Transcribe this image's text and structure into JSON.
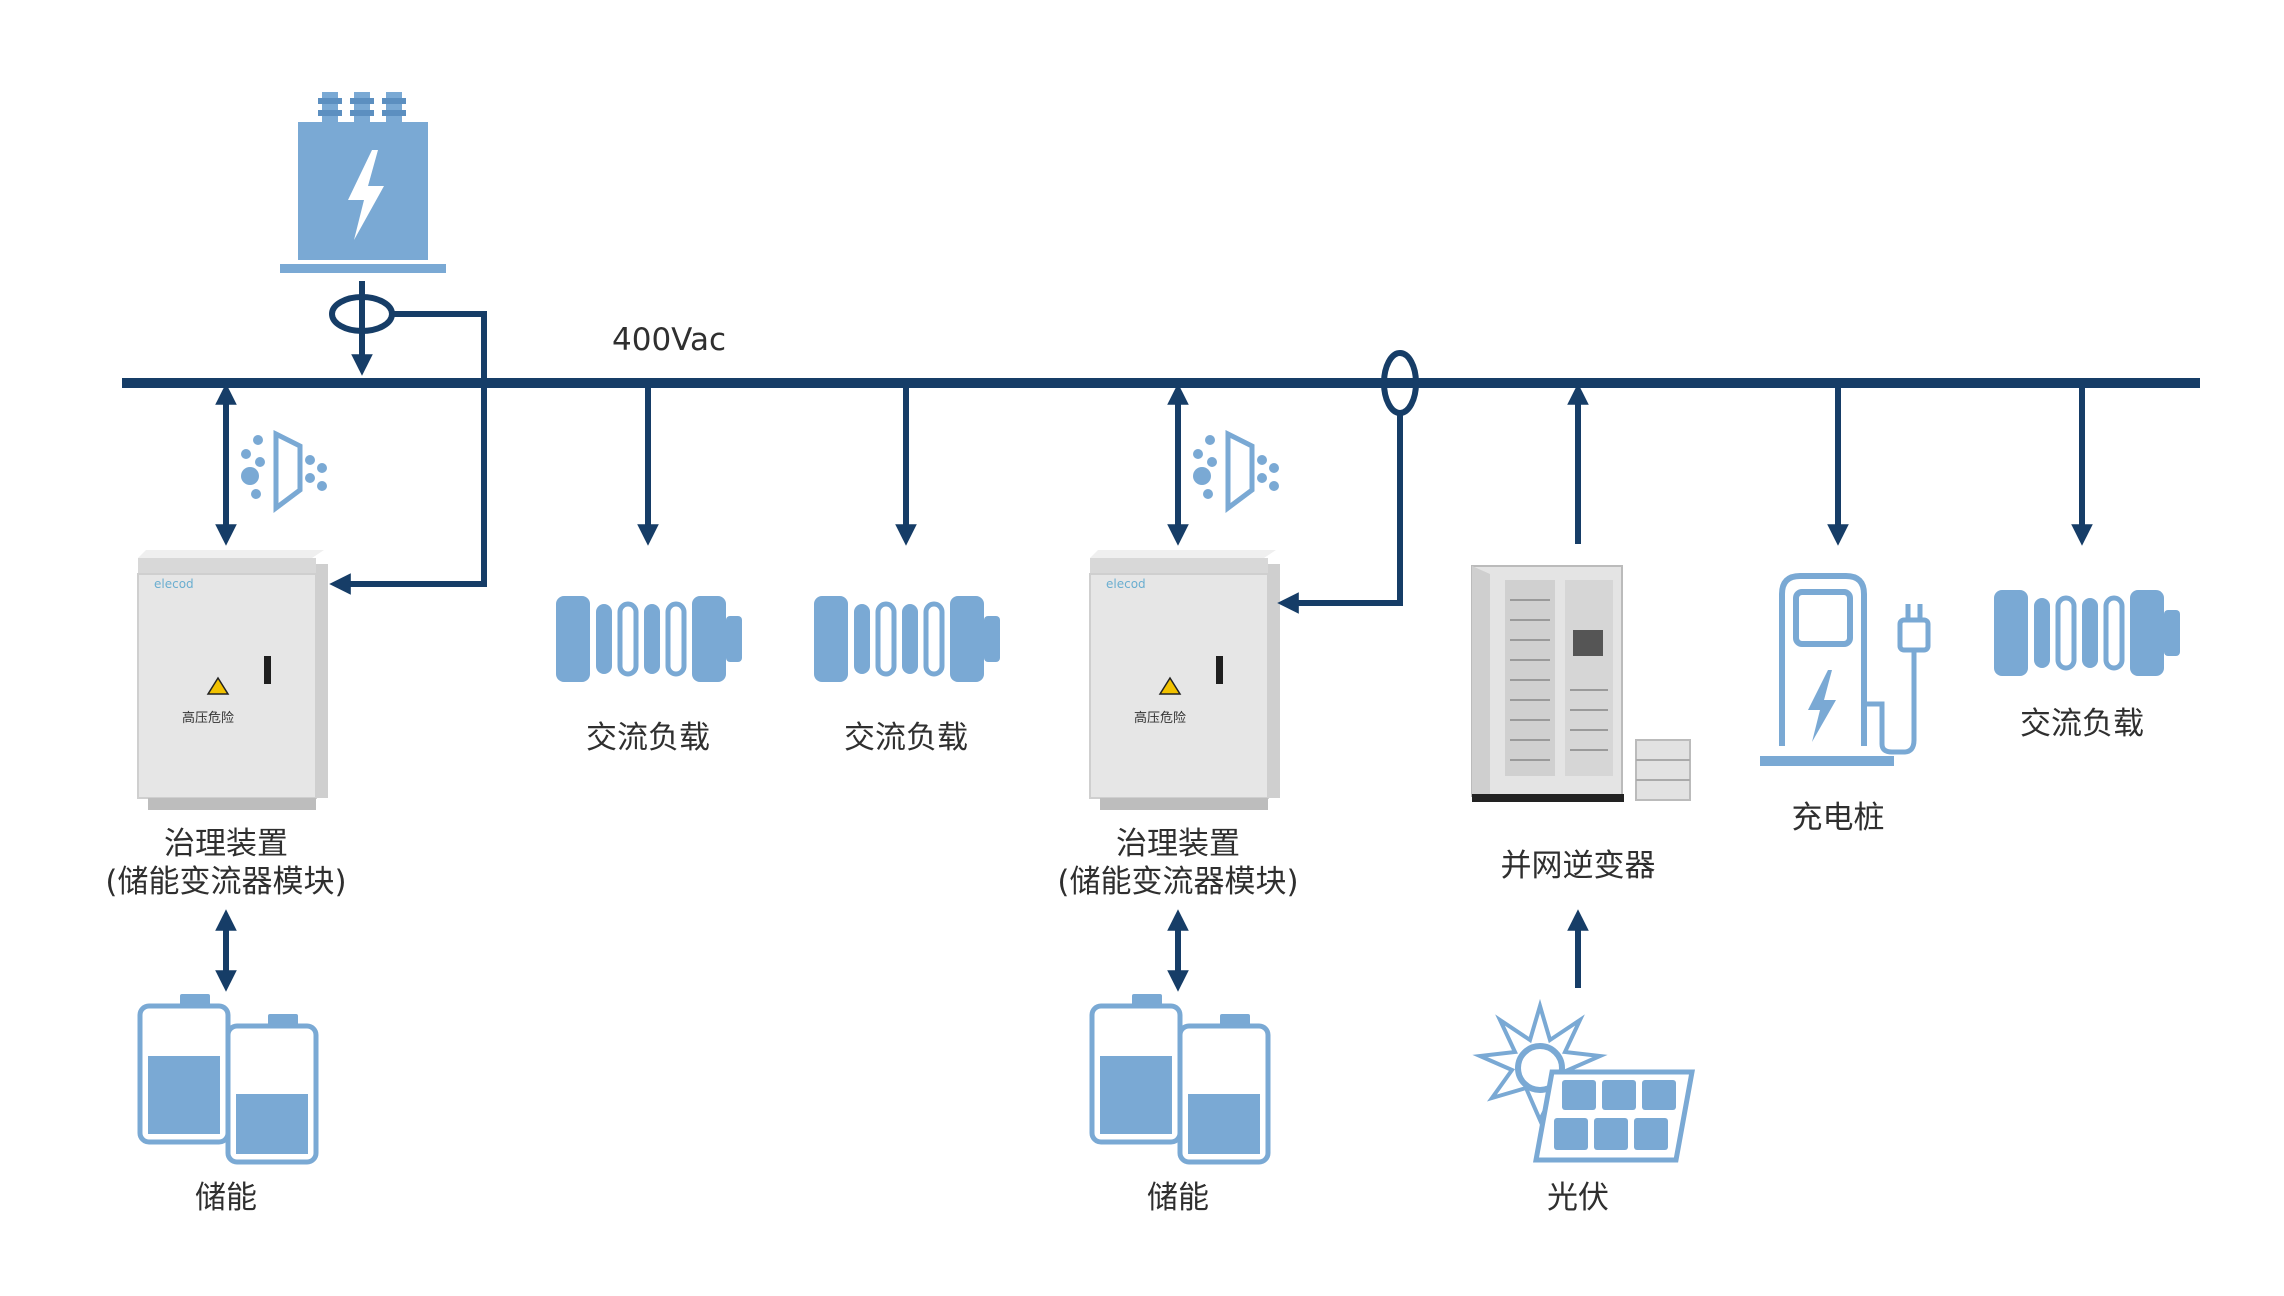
{
  "bus": {
    "label": "400Vac"
  },
  "colors": {
    "line": "#163d67",
    "icon": "#7aa9d4",
    "icon_dark": "#5c8fc0",
    "cabinet": "#e7e7e7"
  },
  "labels": {
    "pcs_1": "治理装置",
    "pcs_1_sub": "(储能变流器模块)",
    "pcs_2": "治理装置",
    "pcs_2_sub": "(储能变流器模块)",
    "ac_load_1": "交流负载",
    "ac_load_2": "交流负载",
    "ac_load_3": "交流负载",
    "inverter": "并网逆变器",
    "charger": "充电桩",
    "storage_1": "储能",
    "storage_2": "储能",
    "pv": "光伏"
  },
  "cabinet": {
    "brand": "elecod",
    "warning": "高压危险"
  },
  "icons": [
    "transformer-icon",
    "current-sensor-icon",
    "filter-icon",
    "battery-pack-icon",
    "charging-station-icon",
    "solar-panel-icon",
    "battery-storage-icon",
    "inverter-cabinet-image",
    "pcs-cabinet-image"
  ]
}
